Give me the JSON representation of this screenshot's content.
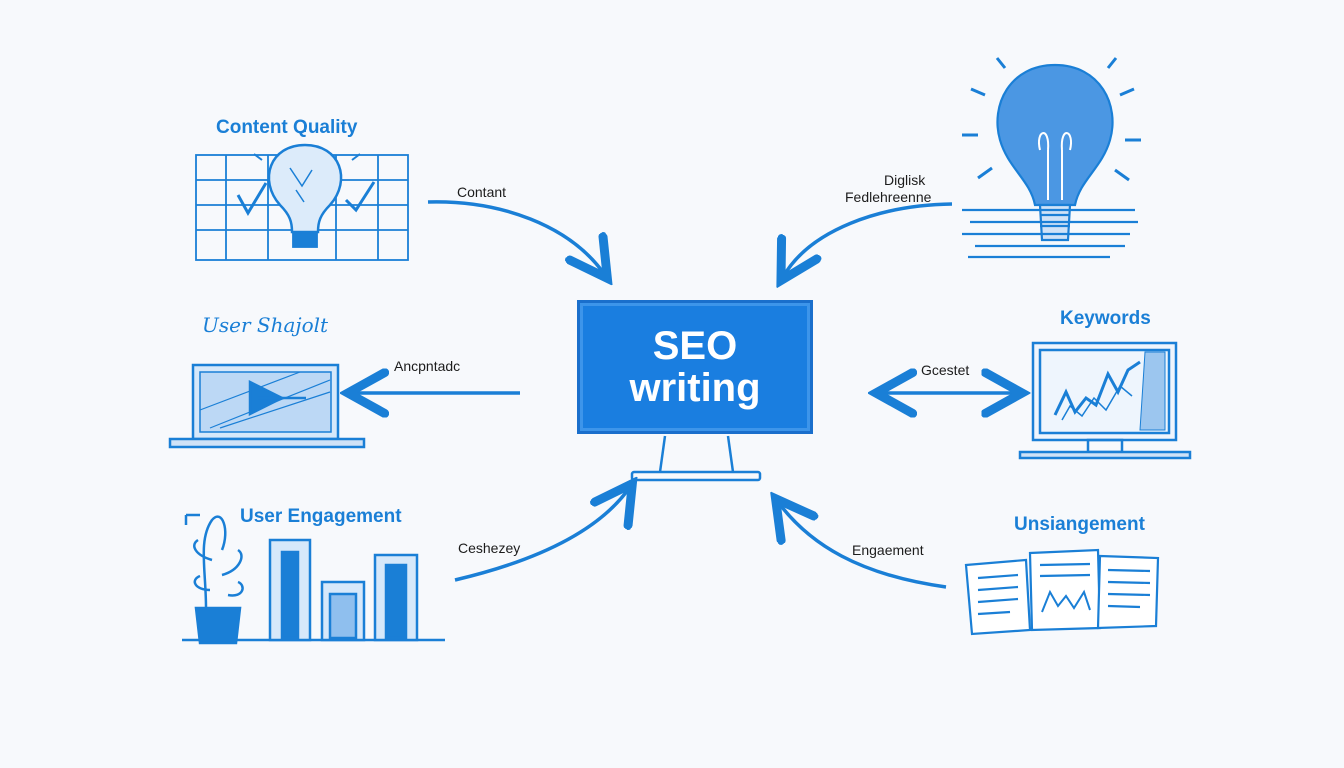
{
  "center": {
    "line1": "SEO",
    "line2": "writing"
  },
  "nodes": {
    "content_quality": "Content Quality",
    "user_script": "User Shajolt",
    "user_engagement": "User Engagement",
    "keywords": "Keywords",
    "unsiangement": "Unsiangement"
  },
  "edges": {
    "content": "Contant",
    "top_right_line1": "Diglisk",
    "top_right_line2": "Fedlehreenne",
    "left_mid": "Ancpntadc",
    "right_mid": "Gcestet",
    "bottom_left": "Ceshezey",
    "bottom_right": "Engaement"
  },
  "colors": {
    "accent": "#1a7fd6",
    "box": "#1a7ee0",
    "ink": "#1c1c1c"
  }
}
